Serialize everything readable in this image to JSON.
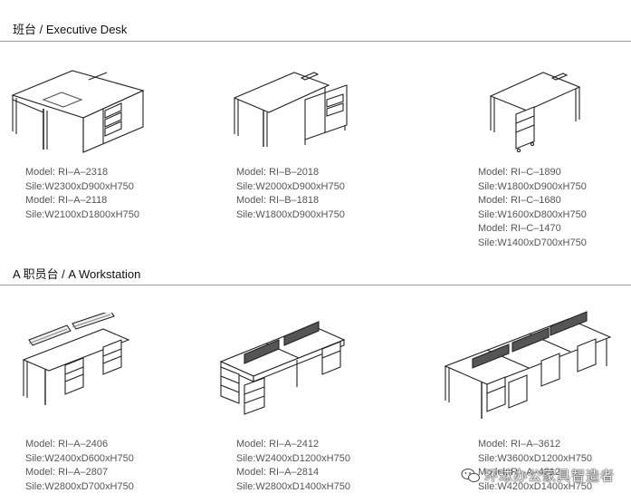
{
  "sections": [
    {
      "title": "班台 / Executive Desk"
    },
    {
      "title": "A 职员台 / A Workstation"
    }
  ],
  "executive": [
    {
      "lines": [
        "Model: RI–A–2318",
        "Sile:W2300xD900xH750",
        "Model: RI–A–2118",
        "Sile:W2100xD1800xH750"
      ]
    },
    {
      "lines": [
        "Model: RI–B–2018",
        "Sile:W2000xD900xH750",
        "Model: RI–B–1818",
        "Sile:W1800xD900xH750"
      ]
    },
    {
      "lines": [
        "Model: RI–C–1890",
        "Sile:W1800xD900xH750",
        "Model: RI–C–1680",
        "Sile:W1600xD800xH750",
        "Model: RI–C–1470",
        "Sile:W1400xD700xH750"
      ]
    }
  ],
  "workstation": [
    {
      "lines": [
        "Model: RI–A–2406",
        "Sile:W2400xD600xH750",
        "Model: RI–A–2807",
        "Sile:W2800xD700xH750"
      ]
    },
    {
      "lines": [
        "Model: RI–A–2412",
        "Sile:W2400xD1200xH750",
        "Model: RI–A–2814",
        "Sile:W2800xD1400xH750"
      ]
    },
    {
      "lines": [
        "Model: RI–A–3612",
        "Sile:W3600xD1200xH750",
        "Model: RI–A–4212",
        "Sile:W4200xD1400xH750"
      ]
    }
  ],
  "watermark": {
    "text": "环球办公家具智造者",
    "icon": "wechat-icon"
  }
}
